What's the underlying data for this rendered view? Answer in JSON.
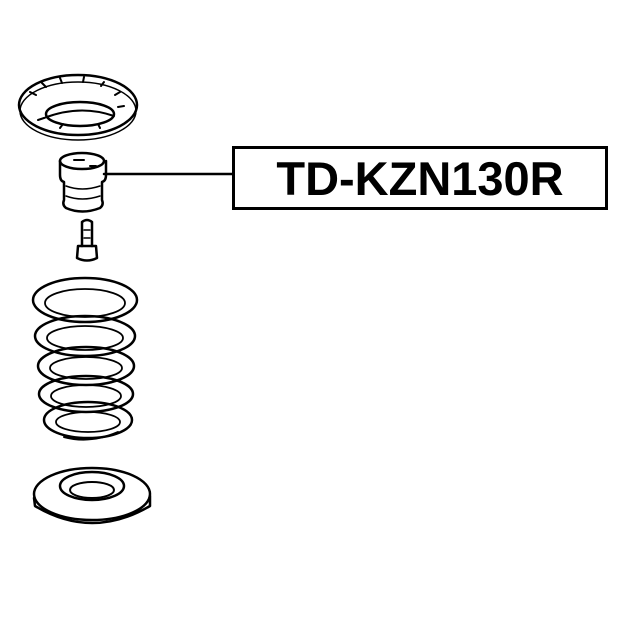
{
  "diagram": {
    "part_number": "TD-KZN130R",
    "components": [
      {
        "name": "upper-spring-seat",
        "highlighted": false
      },
      {
        "name": "bump-stop",
        "highlighted": true
      },
      {
        "name": "bolt",
        "highlighted": false
      },
      {
        "name": "coil-spring",
        "highlighted": false
      },
      {
        "name": "lower-spring-seat",
        "highlighted": false
      }
    ],
    "colors": {
      "line": "#000000",
      "background": "#ffffff"
    }
  }
}
